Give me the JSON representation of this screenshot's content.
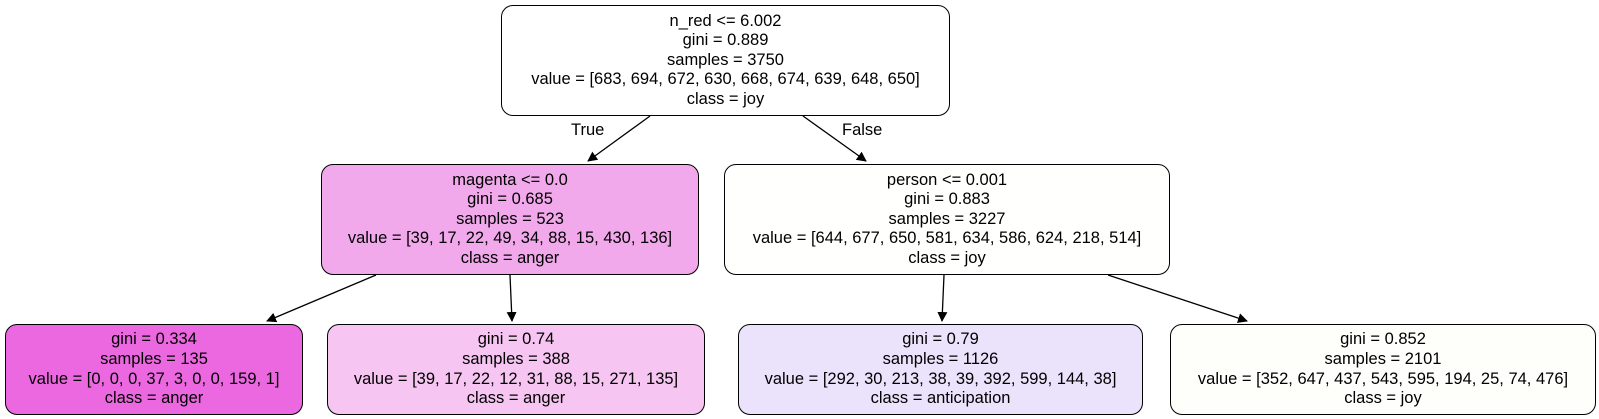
{
  "diagram": {
    "nodes": [
      {
        "id": "n0",
        "lines": [
          "n_red <= 6.002",
          "gini = 0.889",
          "samples = 3750",
          "value = [683, 694, 672, 630, 668, 674, 639, 648, 650]",
          "class = joy"
        ],
        "fill": "#ffffff"
      },
      {
        "id": "n1",
        "lines": [
          "magenta <= 0.0",
          "gini = 0.685",
          "samples = 523",
          "value = [39, 17, 22, 49, 34, 88, 15, 430, 136]",
          "class = anger"
        ],
        "fill": "#f2a9ec"
      },
      {
        "id": "n2",
        "lines": [
          "person <= 0.001",
          "gini = 0.883",
          "samples = 3227",
          "value = [644, 677, 650, 581, 634, 586, 624, 218, 514]",
          "class = joy"
        ],
        "fill": "#fffffd"
      },
      {
        "id": "n3",
        "lines": [
          "gini = 0.334",
          "samples = 135",
          "value = [0, 0, 0, 37, 3, 0, 0, 159, 1]",
          "class = anger"
        ],
        "fill": "#eb68e0"
      },
      {
        "id": "n4",
        "lines": [
          "gini = 0.74",
          "samples = 388",
          "value = [39, 17, 22, 12, 31, 88, 15, 271, 135]",
          "class = anger"
        ],
        "fill": "#f6c5f2"
      },
      {
        "id": "n5",
        "lines": [
          "gini = 0.79",
          "samples = 1126",
          "value = [292, 30, 213, 38, 39, 392, 599, 144, 38]",
          "class = anticipation"
        ],
        "fill": "#ebe2fb"
      },
      {
        "id": "n6",
        "lines": [
          "gini = 0.852",
          "samples = 2101",
          "value = [352, 647, 437, 543, 595, 194, 25, 74, 476]",
          "class = joy"
        ],
        "fill": "#fefffb"
      }
    ],
    "edges": [
      {
        "from": "n0",
        "to": "n1",
        "label": "True"
      },
      {
        "from": "n0",
        "to": "n2",
        "label": "False"
      },
      {
        "from": "n1",
        "to": "n3",
        "label": ""
      },
      {
        "from": "n1",
        "to": "n4",
        "label": ""
      },
      {
        "from": "n2",
        "to": "n5",
        "label": ""
      },
      {
        "from": "n2",
        "to": "n6",
        "label": ""
      }
    ],
    "edge_color": "#000000"
  }
}
